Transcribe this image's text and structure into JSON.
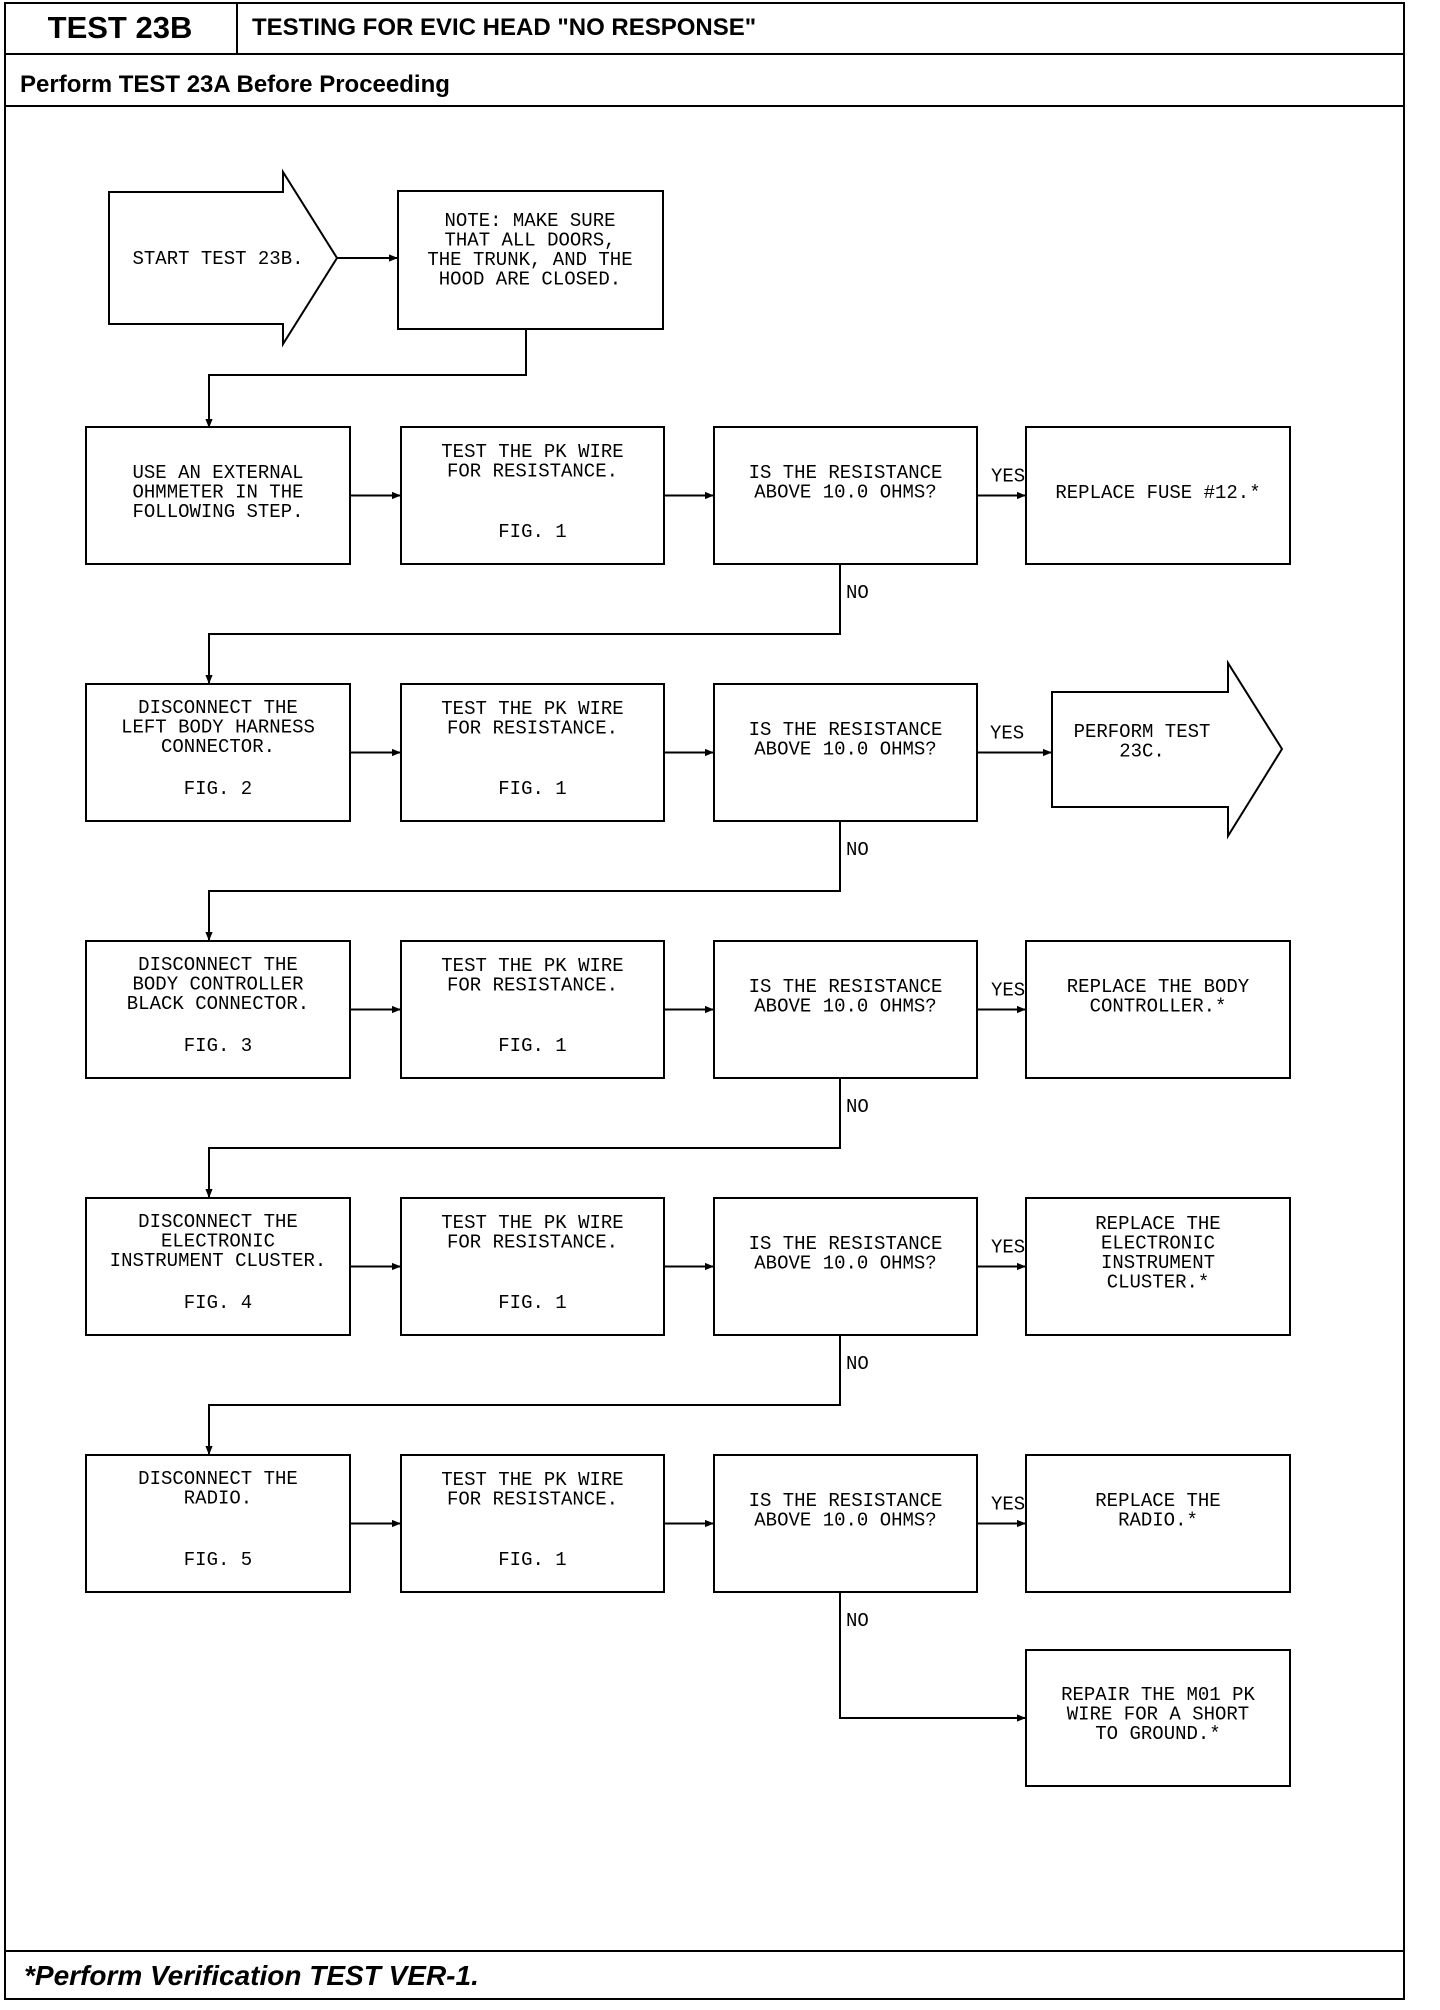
{
  "header": {
    "test_id": "TEST 23B",
    "title": "TESTING FOR EVIC HEAD \"NO RESPONSE\"",
    "subtitle": "Perform TEST 23A Before Proceeding"
  },
  "footer": "*Perform Verification TEST VER-1.",
  "flow": {
    "start": [
      "START TEST 23B."
    ],
    "note": [
      "NOTE: MAKE SURE",
      "THAT ALL DOORS,",
      "THE TRUNK, AND THE",
      "HOOD ARE CLOSED."
    ],
    "rows": [
      {
        "action": [
          "USE AN EXTERNAL",
          "OHMMETER IN THE",
          "FOLLOWING STEP."
        ],
        "action_fig": "",
        "test": [
          "TEST THE PK WIRE",
          "FOR RESISTANCE."
        ],
        "test_fig": "FIG. 1",
        "question": [
          "IS THE RESISTANCE",
          "ABOVE 10.0 OHMS?"
        ],
        "yes_label": "YES",
        "yes_result": [
          "REPLACE FUSE #12.*"
        ],
        "no_label": "NO"
      },
      {
        "action": [
          "DISCONNECT THE",
          "LEFT BODY HARNESS",
          "CONNECTOR."
        ],
        "action_fig": "FIG. 2",
        "test": [
          "TEST THE PK WIRE",
          "FOR RESISTANCE."
        ],
        "test_fig": "FIG. 1",
        "question": [
          "IS THE RESISTANCE",
          "ABOVE 10.0 OHMS?"
        ],
        "yes_label": "YES",
        "yes_result": [
          "PERFORM TEST",
          "23C."
        ],
        "no_label": "NO"
      },
      {
        "action": [
          "DISCONNECT THE",
          "BODY CONTROLLER",
          "BLACK CONNECTOR."
        ],
        "action_fig": "FIG. 3",
        "test": [
          "TEST THE PK WIRE",
          "FOR RESISTANCE."
        ],
        "test_fig": "FIG. 1",
        "question": [
          "IS THE RESISTANCE",
          "ABOVE 10.0 OHMS?"
        ],
        "yes_label": "YES",
        "yes_result": [
          "REPLACE THE BODY",
          "CONTROLLER.*"
        ],
        "no_label": "NO"
      },
      {
        "action": [
          "DISCONNECT THE",
          "ELECTRONIC",
          "INSTRUMENT CLUSTER."
        ],
        "action_fig": "FIG. 4",
        "test": [
          "TEST THE PK WIRE",
          "FOR RESISTANCE."
        ],
        "test_fig": "FIG. 1",
        "question": [
          "IS THE RESISTANCE",
          "ABOVE 10.0 OHMS?"
        ],
        "yes_label": "YES",
        "yes_result": [
          "REPLACE THE",
          "ELECTRONIC",
          "INSTRUMENT",
          "CLUSTER.*"
        ],
        "no_label": "NO"
      },
      {
        "action": [
          "DISCONNECT THE",
          "RADIO."
        ],
        "action_fig": "FIG. 5",
        "test": [
          "TEST THE PK WIRE",
          "FOR RESISTANCE."
        ],
        "test_fig": "FIG. 1",
        "question": [
          "IS THE RESISTANCE",
          "ABOVE 10.0 OHMS?"
        ],
        "yes_label": "YES",
        "yes_result": [
          "REPLACE THE",
          "RADIO.*"
        ],
        "no_label": "NO"
      }
    ],
    "final": [
      "REPAIR THE M01 PK",
      "WIRE FOR A SHORT",
      "TO GROUND.*"
    ]
  }
}
